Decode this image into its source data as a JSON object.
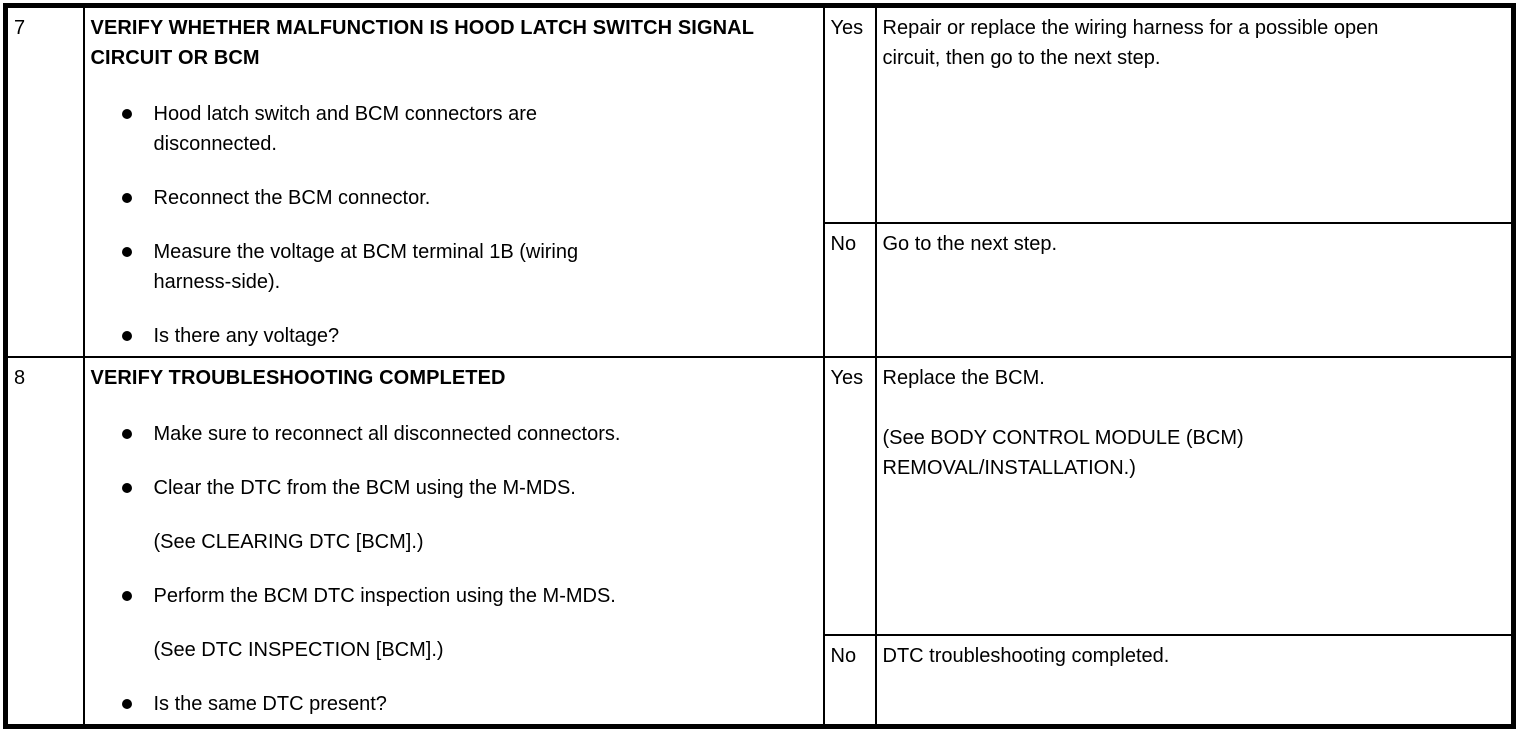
{
  "colors": {
    "text": "#000000",
    "border": "#000000",
    "background": "#ffffff"
  },
  "steps": [
    {
      "step": "7",
      "title": "VERIFY WHETHER MALFUNCTION IS HOOD LATCH SWITCH SIGNAL CIRCUIT OR BCM",
      "items": [
        {
          "type": "bullet",
          "text": "Hood latch switch and BCM connectors are disconnected."
        },
        {
          "type": "bullet",
          "text": "Reconnect the BCM connector."
        },
        {
          "type": "bullet",
          "text": "Measure the voltage at BCM terminal 1B (wiring harness-side)."
        },
        {
          "type": "bullet",
          "text": "Is there any voltage?"
        }
      ],
      "yes": {
        "label": "Yes",
        "action": "Repair or replace the wiring harness for a possible open circuit, then go to the next step."
      },
      "no": {
        "label": "No",
        "action": "Go to the next step."
      }
    },
    {
      "step": "8",
      "title": "VERIFY TROUBLESHOOTING COMPLETED",
      "items": [
        {
          "type": "bullet",
          "text": "Make sure to reconnect all disconnected connectors."
        },
        {
          "type": "bullet",
          "text": "Clear the DTC from the BCM using the M-MDS."
        },
        {
          "type": "ref",
          "text": "(See CLEARING DTC [BCM].)"
        },
        {
          "type": "bullet",
          "text": "Perform the BCM DTC inspection using the M-MDS."
        },
        {
          "type": "ref",
          "text": "(See DTC INSPECTION [BCM].)"
        },
        {
          "type": "bullet",
          "text": "Is the same DTC present?"
        }
      ],
      "yes": {
        "label": "Yes",
        "action": "Replace the BCM.",
        "reference": "(See BODY CONTROL MODULE (BCM) REMOVAL/INSTALLATION.)"
      },
      "no": {
        "label": "No",
        "action": "DTC troubleshooting completed."
      }
    }
  ]
}
